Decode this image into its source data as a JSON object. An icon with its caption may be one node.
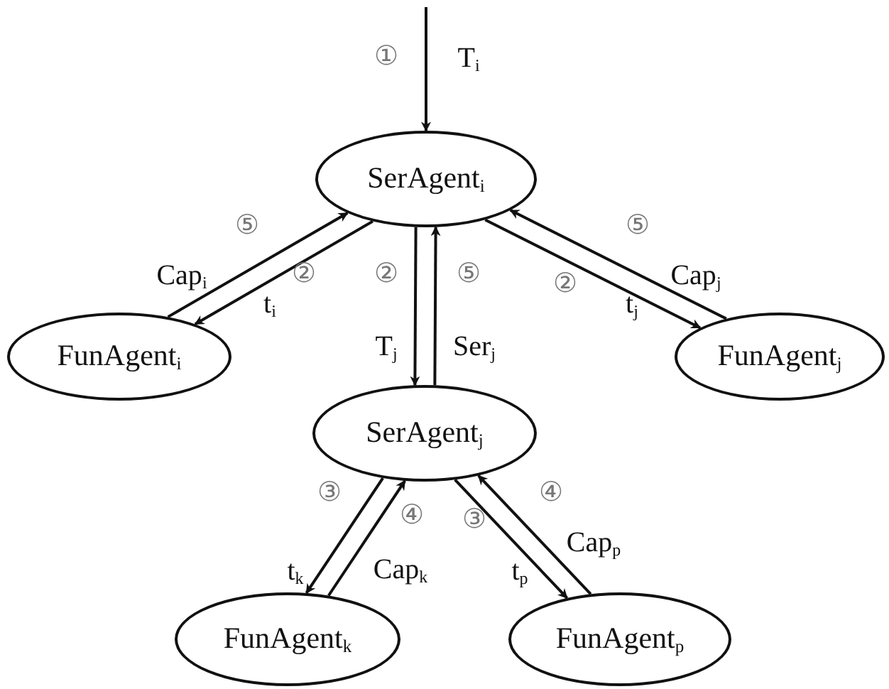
{
  "diagram": {
    "nodes": [
      {
        "text": [
          "SerAgent$_{i}$"
        ]
      },
      {
        "text": [
          "FunAgent$_{i}$"
        ]
      },
      {
        "text": [
          "FunAgent$_{j}$"
        ]
      },
      {
        "text": [
          "SerAgent$_{j}$"
        ]
      },
      {
        "text": [
          "FunAgent$_{k}$"
        ]
      },
      {
        "text": [
          "FunAgent$_{p}$"
        ]
      }
    ],
    "edges": [
      {
        "from": null,
        "to": 0,
        "arrow": "to",
        "label": "T$_{i}$"
      },
      {
        "from": 1,
        "to": 0,
        "arrow": "to",
        "label": "Cap$_{i}$"
      },
      {
        "from": 0,
        "to": 1,
        "arrow": "to",
        "label": "t$_{i}$"
      },
      {
        "from": 0,
        "to": 3,
        "arrow": "to",
        "label": "T$_{j}$"
      },
      {
        "from": 3,
        "to": 0,
        "arrow": "to",
        "label": "Ser$_{j}$"
      },
      {
        "from": 0,
        "to": 2,
        "arrow": "to",
        "label": "t$_{j}$"
      },
      {
        "from": 2,
        "to": 0,
        "arrow": "to",
        "label": "Cap$_{j}$"
      },
      {
        "from": 3,
        "to": 4,
        "arrow": "to",
        "label": "t$_{k}$"
      },
      {
        "from": 4,
        "to": 3,
        "arrow": "to",
        "label": "Cap$_{k}$"
      },
      {
        "from": 3,
        "to": 5,
        "arrow": "to",
        "label": "t$_{p}$"
      },
      {
        "from": 5,
        "to": 3,
        "arrow": "to",
        "label": "Cap$_{p}$"
      }
    ],
    "labels": [
      "①",
      "⑤",
      "②",
      "②",
      "⑤",
      "②",
      "⑤",
      "③",
      "④",
      "③",
      "④"
    ]
  }
}
